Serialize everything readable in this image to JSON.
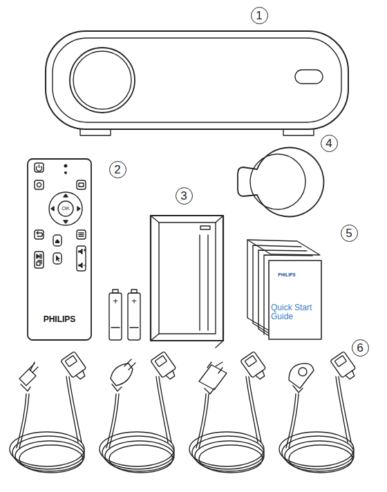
{
  "diagram": {
    "nodes": [
      {
        "text": [
          "1"
        ]
      },
      {
        "text": [
          "2"
        ]
      },
      {
        "text": [
          "3"
        ]
      },
      {
        "text": [
          "4"
        ]
      },
      {
        "text": [
          "5"
        ]
      },
      {
        "text": [
          "6"
        ]
      }
    ],
    "labels": [
      "OK",
      "PHILIPS",
      "+",
      "+",
      "PHILIPS",
      "Quick Start Guide"
    ]
  }
}
